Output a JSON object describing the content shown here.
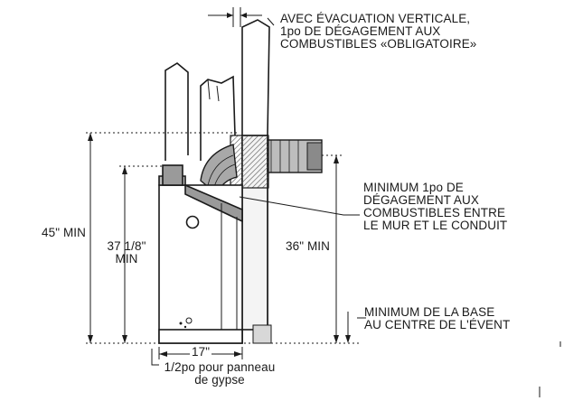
{
  "labels": {
    "vertical_vent": "AVEC ÉVACUATION VERTICALE,\n1po DE DÉGAGEMENT AUX\nCOMBUSTIBLES «OBLIGATOIRE»",
    "wall_clearance": "MINIMUM 1po DE\nDÉGAGEMENT AUX\nCOMBUSTIBLES ENTRE\nLE MUR ET LE CONDUIT",
    "base_to_vent": "MINIMUM DE LA BASE\nAU CENTRE DE L'ÉVENT",
    "height_36": "36\" MIN",
    "height_45": "45\" MIN",
    "height_37": "37 1/8\"\nMIN",
    "width_17": "17\"",
    "gypsum": "1/2po pour panneau\nde gypse"
  },
  "colors": {
    "ink": "#1a1a1a",
    "shade": "#9a9a9a",
    "background": "#ffffff"
  }
}
